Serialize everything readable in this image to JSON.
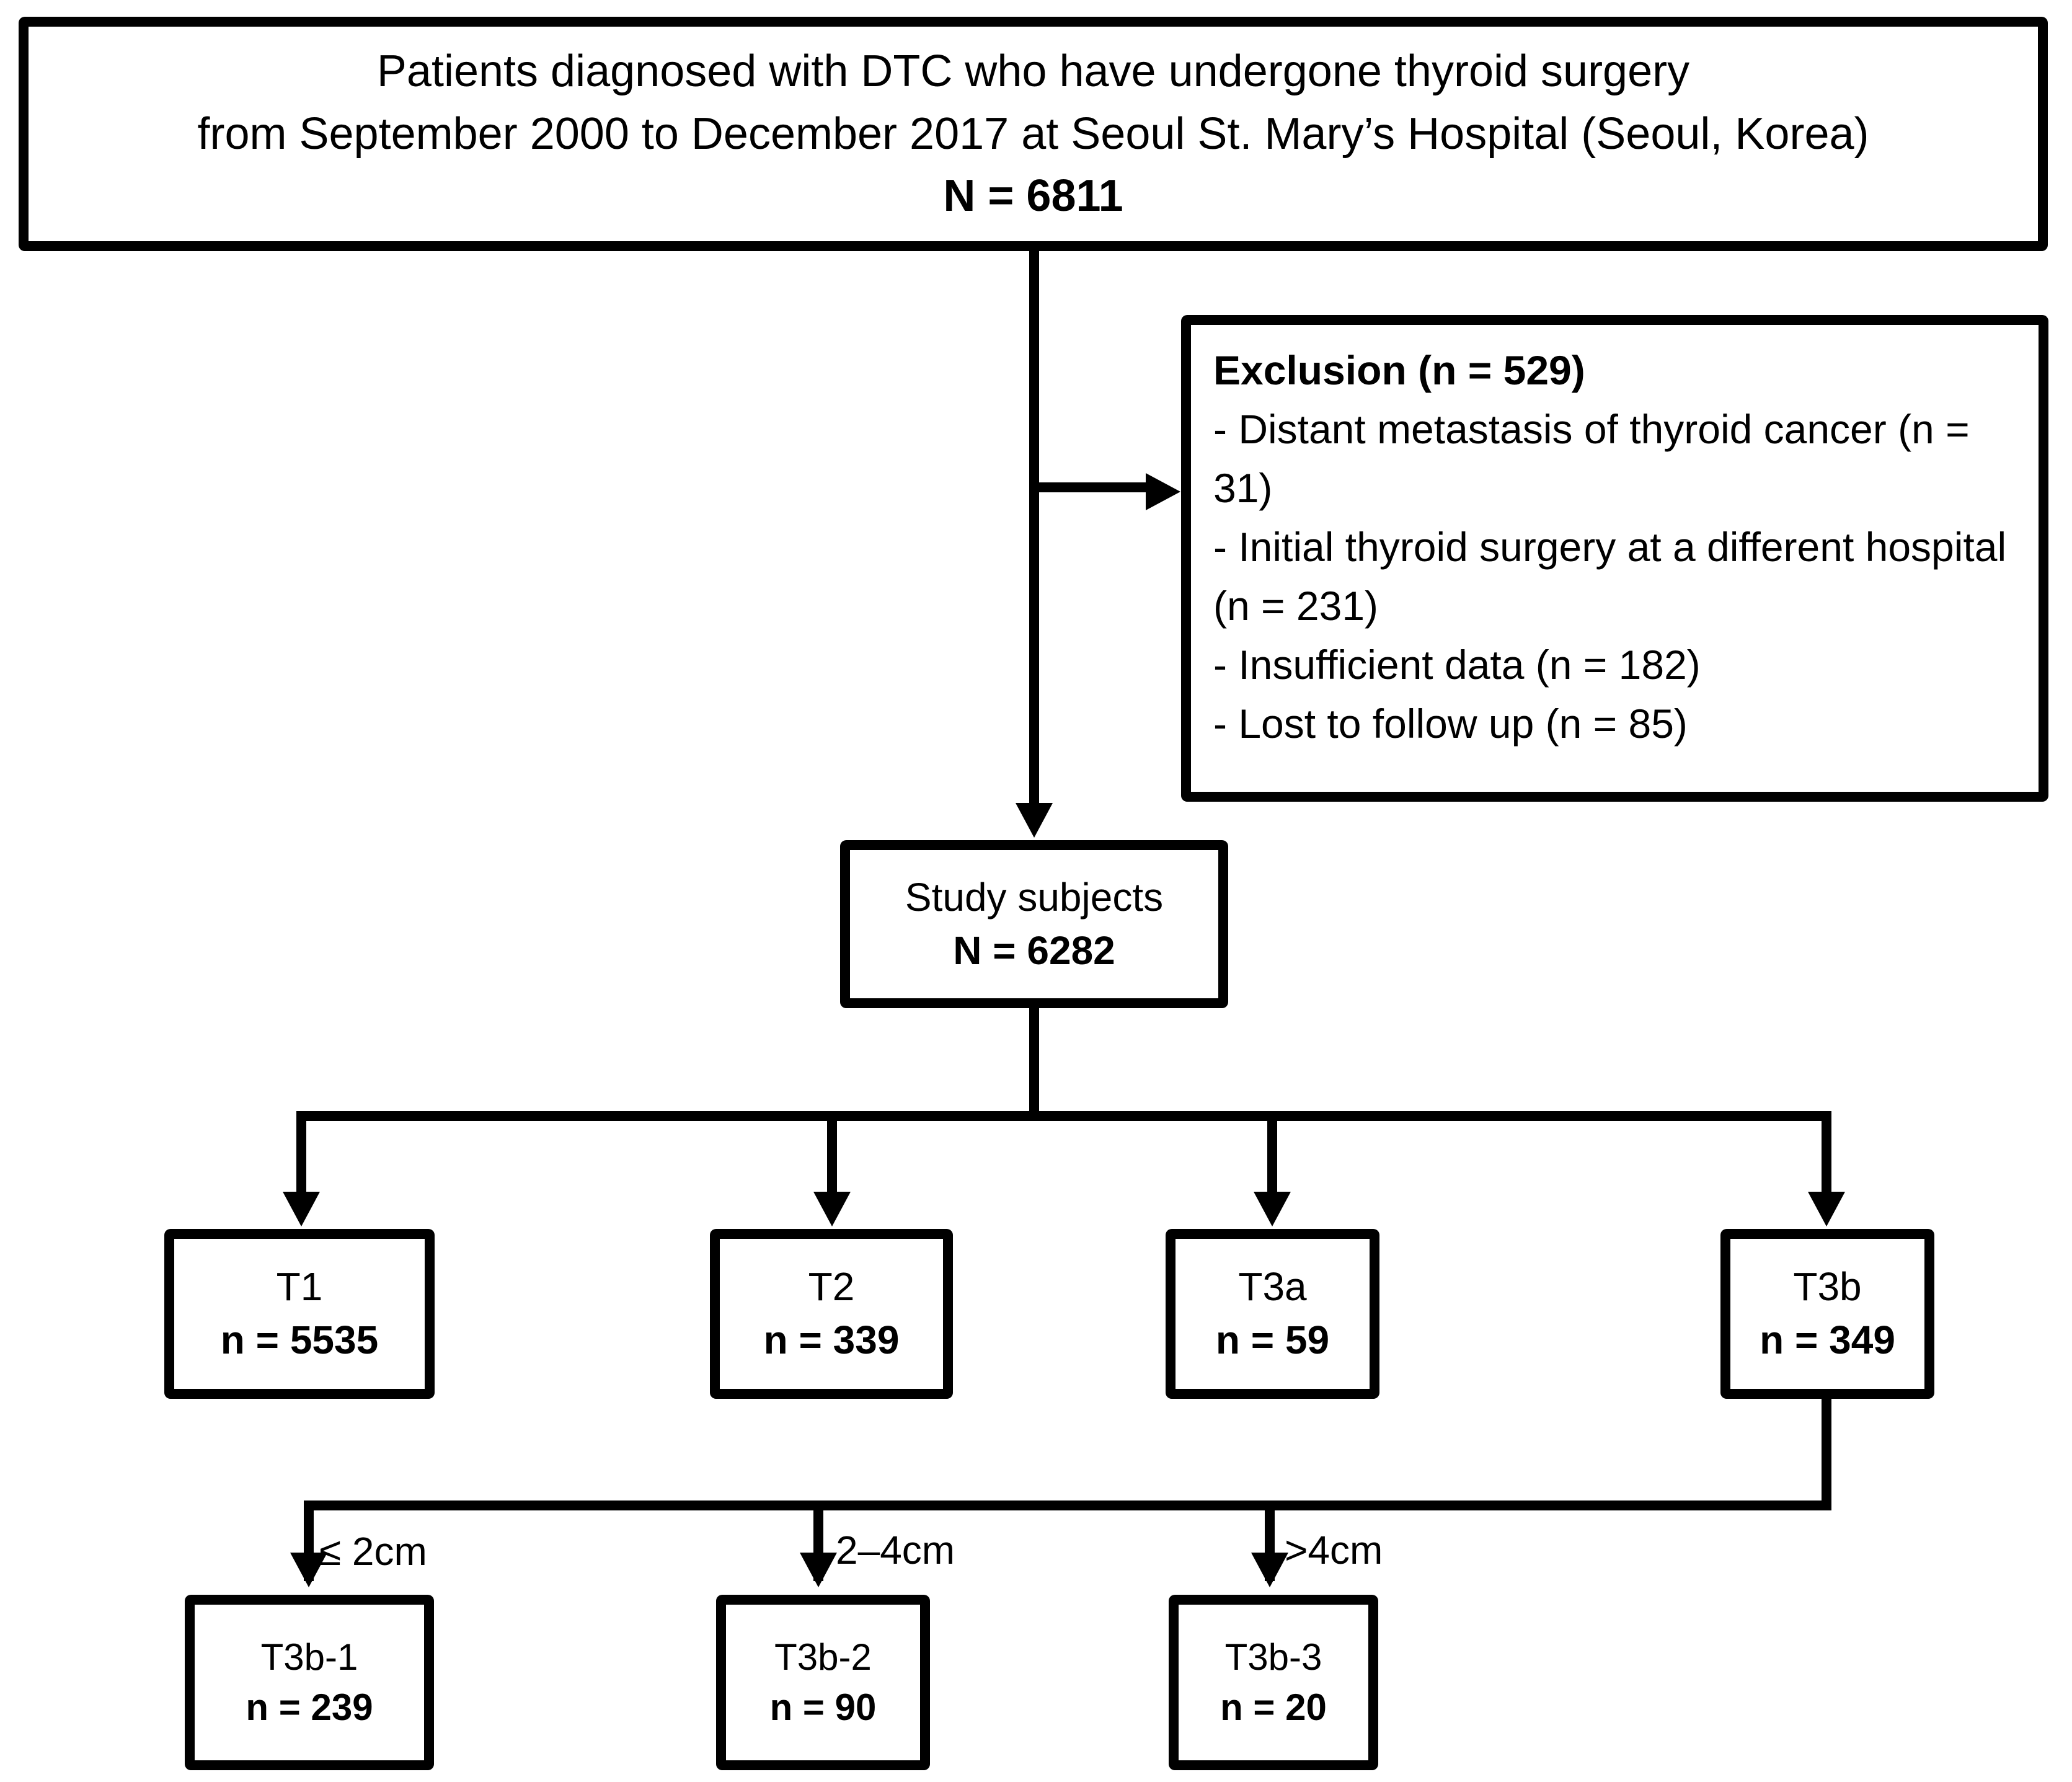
{
  "diagram": {
    "title": "DTC patient selection flow diagram",
    "accent_color": "#000000",
    "background_color": "#ffffff"
  },
  "cohort_box": {
    "line1": "Patients diagnosed with DTC who have undergone thyroid surgery",
    "line2": "from September 2000 to December 2017 at Seoul St. Mary’s Hospital (Seoul, Korea)",
    "line3": "N = 6811"
  },
  "exclusion_box": {
    "heading": "Exclusion (n = 529)",
    "items": [
      "- Distant metastasis of thyroid cancer (n = 31)",
      "- Initial thyroid surgery at a different hospital (n = 231)",
      "- Insufficient data (n = 182)",
      "- Lost to follow up (n = 85)"
    ]
  },
  "study_box": {
    "label": "Study subjects",
    "count": "N = 6282"
  },
  "t_stage_boxes": [
    {
      "label": "T1",
      "count": "n = 5535"
    },
    {
      "label": "T2",
      "count": "n = 339"
    },
    {
      "label": "T3a",
      "count": "n = 59"
    },
    {
      "label": "T3b",
      "count": "n = 349"
    }
  ],
  "t3b_subgroup_boxes": [
    {
      "label": "T3b-1",
      "count": "n = 239",
      "edge_label": "≤ 2cm"
    },
    {
      "label": "T3b-2",
      "count": "n = 90",
      "edge_label": "2–4cm"
    },
    {
      "label": "T3b-3",
      "count": "n = 20",
      "edge_label": ">4cm"
    }
  ],
  "chart_data": {
    "type": "table",
    "title": "DTC patient selection flow diagram",
    "nodes": [
      {
        "id": "cohort",
        "label": "Patients diagnosed with DTC who have undergone thyroid surgery from September 2000 to December 2017 at Seoul St. Mary’s Hospital (Seoul, Korea)",
        "n": 6811
      },
      {
        "id": "exclusion",
        "label": "Exclusion",
        "n": 529
      },
      {
        "id": "excl-1",
        "label": "Distant metastasis of thyroid cancer",
        "n": 31
      },
      {
        "id": "excl-2",
        "label": "Initial thyroid surgery at a different hospital",
        "n": 231
      },
      {
        "id": "excl-3",
        "label": "Insufficient data",
        "n": 182
      },
      {
        "id": "excl-4",
        "label": "Lost to follow up",
        "n": 85
      },
      {
        "id": "study",
        "label": "Study subjects",
        "n": 6282
      },
      {
        "id": "t1",
        "label": "T1",
        "n": 5535
      },
      {
        "id": "t2",
        "label": "T2",
        "n": 339
      },
      {
        "id": "t3a",
        "label": "T3a",
        "n": 59
      },
      {
        "id": "t3b",
        "label": "T3b",
        "n": 349
      },
      {
        "id": "t3b-1",
        "label": "T3b-1",
        "n": 239,
        "criterion": "≤ 2cm"
      },
      {
        "id": "t3b-2",
        "label": "T3b-2",
        "n": 90,
        "criterion": "2–4cm"
      },
      {
        "id": "t3b-3",
        "label": "T3b-3",
        "n": 20,
        "criterion": ">4cm"
      }
    ],
    "edges": [
      {
        "from": "cohort",
        "to": "exclusion"
      },
      {
        "from": "cohort",
        "to": "study"
      },
      {
        "from": "study",
        "to": "t1"
      },
      {
        "from": "study",
        "to": "t2"
      },
      {
        "from": "study",
        "to": "t3a"
      },
      {
        "from": "study",
        "to": "t3b"
      },
      {
        "from": "t3b",
        "to": "t3b-1",
        "label": "≤ 2cm"
      },
      {
        "from": "t3b",
        "to": "t3b-2",
        "label": "2–4cm"
      },
      {
        "from": "t3b",
        "to": "t3b-3",
        "label": ">4cm"
      }
    ]
  }
}
